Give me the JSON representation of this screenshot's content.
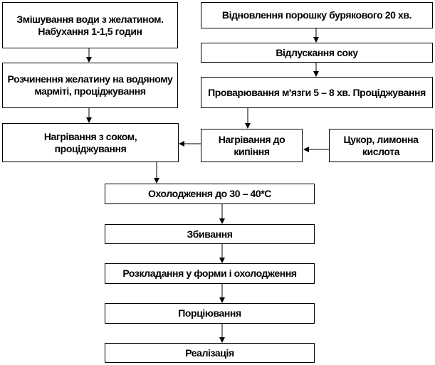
{
  "steps": {
    "mix": "Змішування води з желатином.  Набухання 1-1,5 годин",
    "dissolve": "Розчинення желатину  на водяному марміті, проціджування",
    "heat_juice": "Нагрівання з соком, проціджування",
    "restore": "Відновлення порошку  бурякового 20 хв.",
    "juice": "Відлускання  соку",
    "boil_pulp": "Проварювання м'язги 5 – 8 хв. Проціджування",
    "heat_boil": "Нагрівання до кипіння",
    "sugar": "Цукор, лимонна кислота",
    "cool": "Охолодження  до 30 – 40*С",
    "whip": "Збивання",
    "mold": "Розкладання  у форми і охолодження",
    "portion": "Порціювання",
    "sale": "Реалізація"
  }
}
